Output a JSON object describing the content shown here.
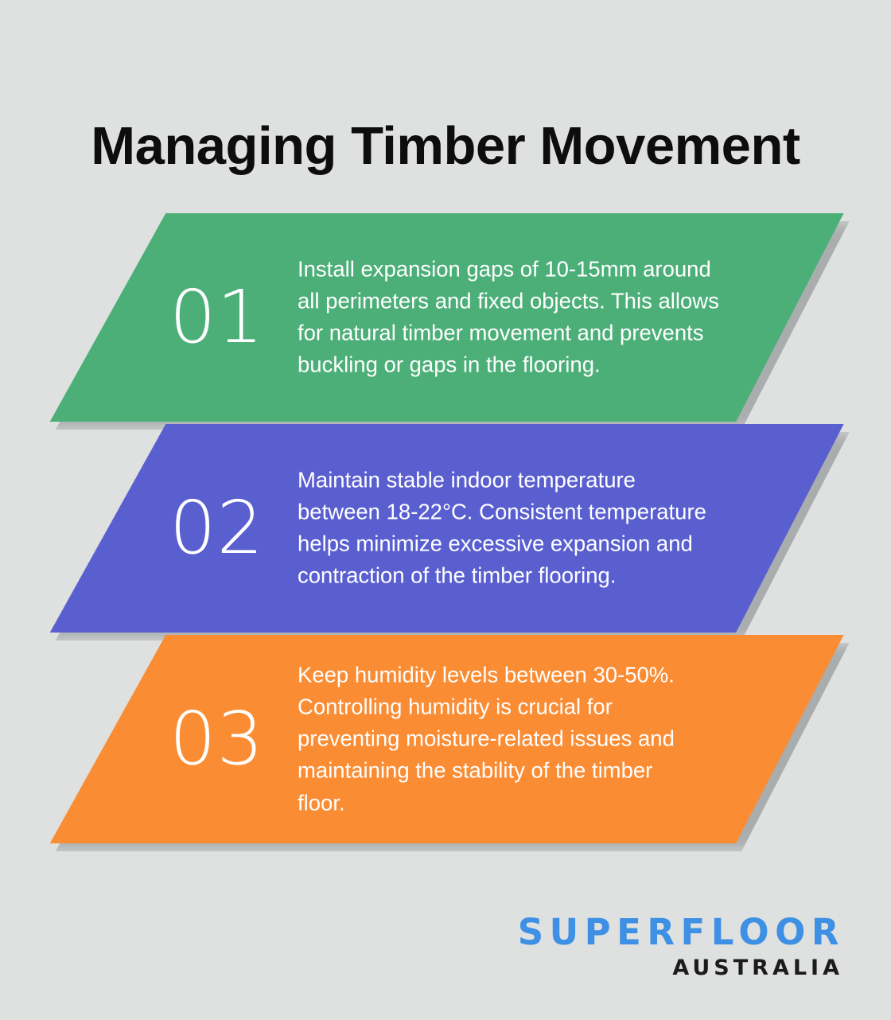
{
  "page": {
    "title": "Managing Timber Movement",
    "background_color": "#dfe1e0"
  },
  "steps": [
    {
      "number": "01",
      "text": "Install expansion gaps of 10-15mm around all perimeters and fixed objects. This allows for natural timber movement and prevents buckling or gaps in the flooring.",
      "color": "#4caf78"
    },
    {
      "number": "02",
      "text": "Maintain stable indoor temperature between 18-22°C. Consistent temperature helps minimize excessive expansion and contraction of the timber flooring.",
      "color": "#5a5fd0"
    },
    {
      "number": "03",
      "text": "Keep humidity levels between 30-50%. Controlling humidity is crucial for preventing moisture-related issues and maintaining the stability of the timber floor.",
      "color": "#fa8c34"
    }
  ],
  "logo": {
    "primary": "SUPERFLOOR",
    "secondary": "AUSTRALIA",
    "primary_color": "#3d90e3",
    "secondary_color": "#1b1b1b"
  }
}
